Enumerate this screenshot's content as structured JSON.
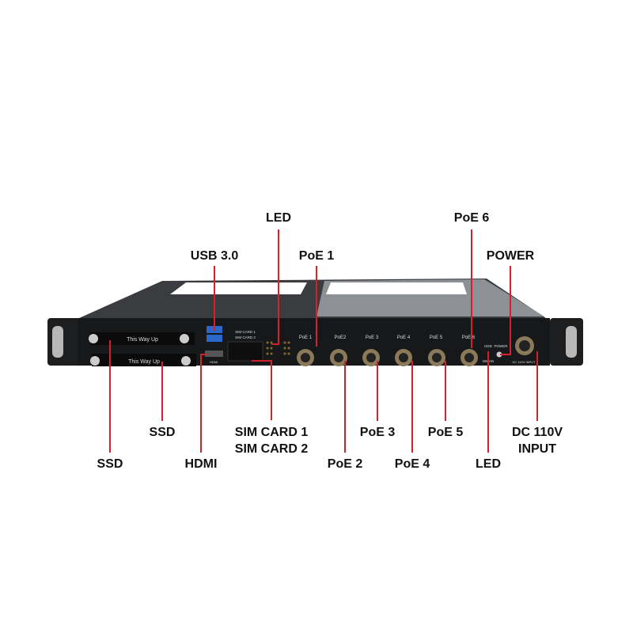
{
  "callouts": {
    "led_top": "LED",
    "usb": "USB 3.0",
    "poe1": "PoE 1",
    "poe6": "PoE 6",
    "power": "POWER",
    "ssd_upper": "SSD",
    "ssd_lower": "SSD",
    "hdmi": "HDMI",
    "sim1": "SIM CARD 1",
    "sim2": "SIM CARD 2",
    "poe2": "PoE 2",
    "poe3": "PoE 3",
    "poe4": "PoE 4",
    "poe5": "PoE 5",
    "led_bottom": "LED",
    "dc1": "DC 110V",
    "dc2": "INPUT"
  },
  "panel": {
    "ssd_tray": "This Way Up",
    "sim1": "SIM CARD 1",
    "sim2": "SIM CARD 2",
    "hdmi": "HDMI",
    "ports": [
      "PoE 1",
      "PoE2",
      "PoE 3",
      "PoE 4",
      "PoE 5",
      "PoE 6"
    ],
    "hdd": "HDD",
    "power": "POWER",
    "wwan": "WWAN",
    "dc": "DC 110V INPUT"
  },
  "colors": {
    "leader": "#d3202a",
    "panel": "#17181a"
  }
}
